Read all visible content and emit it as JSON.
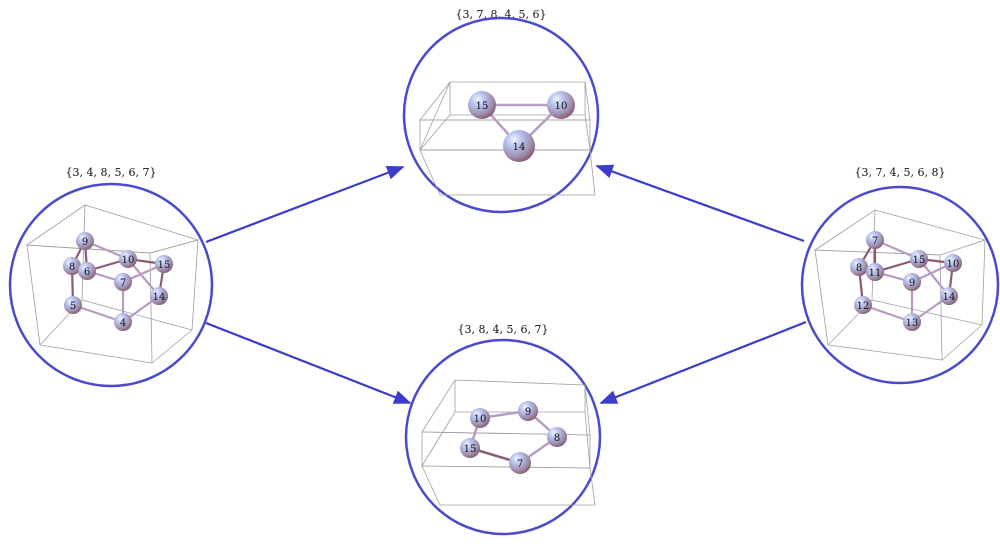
{
  "diagram": {
    "colors": {
      "circle": "#4a4acf",
      "arrow": "#3b3bcc",
      "box": "#9a9a9a",
      "edge_light": "#c9b2d6",
      "edge_dark": "#8a5a78",
      "sphere_blue": "#b8c4f0",
      "sphere_red": "#9a6072"
    },
    "nodes": [
      {
        "id": "left",
        "label": "{3, 4, 8, 5, 6, 7}",
        "vertices": [
          "9",
          "8",
          "6",
          "10",
          "15",
          "7",
          "14",
          "5",
          "4"
        ]
      },
      {
        "id": "top",
        "label": "{3, 7, 8, 4, 5, 6}",
        "vertices": [
          "15",
          "10",
          "14"
        ]
      },
      {
        "id": "right",
        "label": "{3, 7, 4, 5, 6, 8}",
        "vertices": [
          "7",
          "8",
          "11",
          "15",
          "10",
          "9",
          "14",
          "12",
          "13"
        ]
      },
      {
        "id": "bottom",
        "label": "{3, 8, 4, 5, 6, 7}",
        "vertices": [
          "10",
          "9",
          "8",
          "15",
          "7"
        ]
      }
    ],
    "arrows": [
      {
        "from": "left",
        "to": "top"
      },
      {
        "from": "left",
        "to": "bottom"
      },
      {
        "from": "right",
        "to": "top"
      },
      {
        "from": "right",
        "to": "bottom"
      }
    ]
  }
}
